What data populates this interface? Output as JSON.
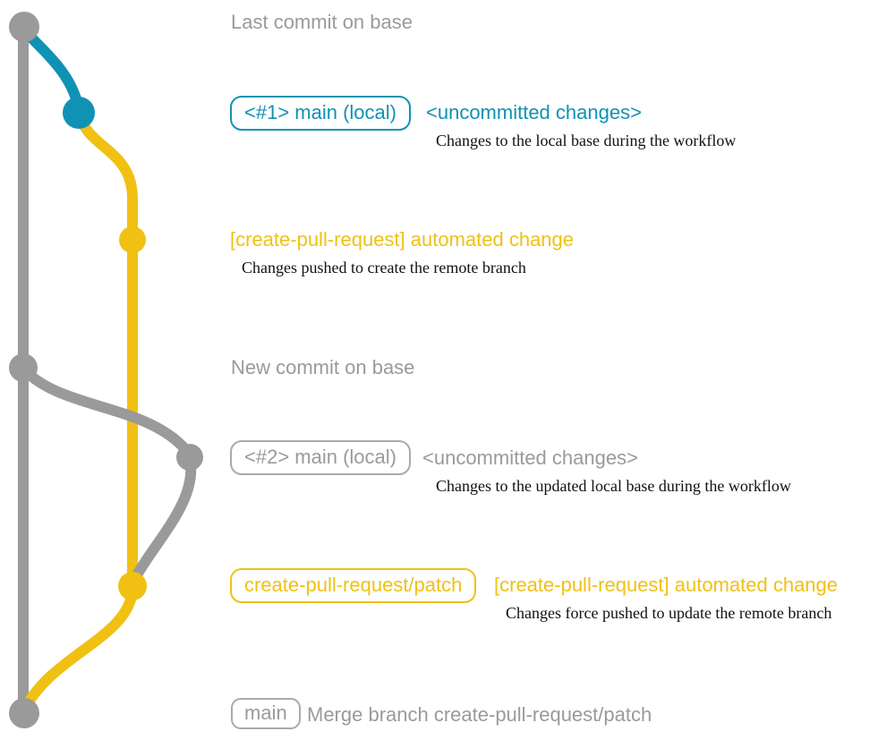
{
  "colors": {
    "gray": "#9a9a9a",
    "blue": "#1092b4",
    "yellow": "#f0c113",
    "text_dark": "#111111"
  },
  "graph": {
    "branches": [
      {
        "name": "base-branch",
        "color": "gray"
      },
      {
        "name": "local-main-diverged",
        "color": "blue"
      },
      {
        "name": "create-pull-request-patch-branch",
        "color": "yellow"
      },
      {
        "name": "updated-local-main",
        "color": "gray"
      }
    ],
    "nodes": [
      {
        "name": "last-commit-on-base",
        "color": "gray"
      },
      {
        "name": "local-main-1",
        "color": "blue"
      },
      {
        "name": "automated-change-1",
        "color": "yellow"
      },
      {
        "name": "new-commit-on-base",
        "color": "gray"
      },
      {
        "name": "local-main-2",
        "color": "gray"
      },
      {
        "name": "automated-change-2",
        "color": "yellow"
      },
      {
        "name": "merge-commit",
        "color": "gray"
      }
    ]
  },
  "rows": {
    "last_commit": {
      "title": "Last commit on base"
    },
    "row1": {
      "badge": "<#1> main (local)",
      "side_text": "<uncommitted changes>",
      "desc": "Changes to the local base during the workflow"
    },
    "row2": {
      "title": "[create-pull-request] automated change",
      "desc": "Changes pushed to create the remote branch"
    },
    "new_commit": {
      "title": "New commit on base"
    },
    "row4": {
      "badge": "<#2> main (local)",
      "side_text": "<uncommitted changes>",
      "desc": "Changes to the updated local base during the workflow"
    },
    "row5": {
      "badge": "create-pull-request/patch",
      "side_text": "[create-pull-request] automated change",
      "desc": "Changes force pushed to update the remote branch"
    },
    "row6": {
      "badge": "main",
      "side_text": "Merge branch create-pull-request/patch"
    }
  }
}
